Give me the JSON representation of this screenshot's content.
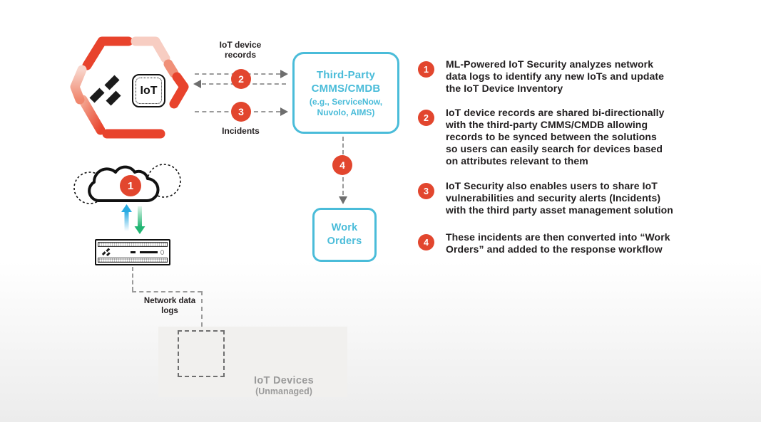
{
  "colors": {
    "accent_red": "#E2462E",
    "hex_red": "#E8432C",
    "hex_pink": "#F7CDC2",
    "cyan": "#4ABCD9",
    "ink": "#231F20",
    "muted_gray": "#9B9B9B",
    "arrow_blue": "#29ABE2",
    "arrow_green": "#22B573"
  },
  "product": {
    "iot_chip_label": "IoT"
  },
  "flows": {
    "device_records_label": "IoT device\nrecords",
    "incidents_label": "Incidents",
    "network_logs_label": "Network data\nlogs",
    "badge_1": "1",
    "badge_2": "2",
    "badge_3": "3",
    "badge_4": "4"
  },
  "cmms_box": {
    "title": "Third-Party\nCMMS/CMDB",
    "subtitle": "(e.g., ServiceNow,\nNuvolo, AIMS)"
  },
  "work_orders_box": {
    "label": "Work\nOrders"
  },
  "devices_panel": {
    "caption_line1": "IoT Devices",
    "caption_line2": "(Unmanaged)"
  },
  "steps": [
    {
      "num": "1",
      "text": "ML-Powered IoT Security analyzes network\ndata logs to identify any new IoTs and update\nthe IoT Device Inventory"
    },
    {
      "num": "2",
      "text": "IoT device records are shared bi-directionally\nwith the third-party CMMS/CMDB allowing\nrecords to be synced between the solutions\nso users can easily search for devices based\non attributes relevant to them"
    },
    {
      "num": "3",
      "text": "IoT Security also enables users to share IoT\nvulnerabilities and security alerts (Incidents)\nwith the third party asset management solution"
    },
    {
      "num": "4",
      "text": "These incidents are then converted into “Work\nOrders” and added to the response workflow"
    }
  ]
}
